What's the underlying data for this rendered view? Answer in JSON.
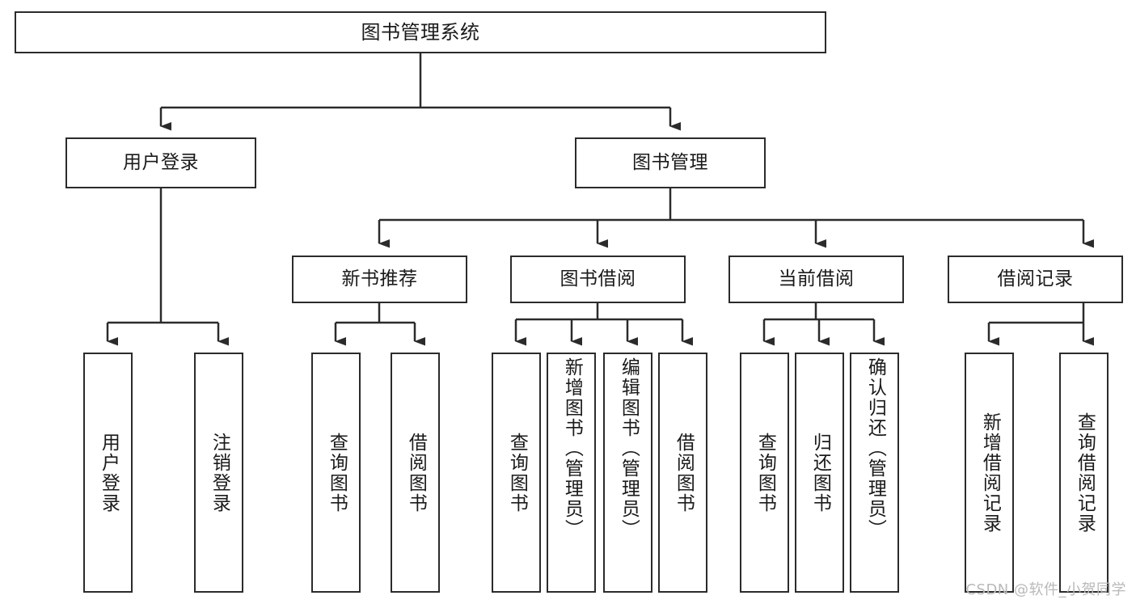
{
  "diagram": {
    "title": "图书管理系统",
    "type": "tree",
    "stroke_color": "#2b2b2b",
    "fill_color": "#ffffff",
    "text_color": "#1a1a1a"
  },
  "nodes": {
    "root": {
      "label": "图书管理系统"
    },
    "level2": [
      {
        "id": "user-login",
        "label": "用户登录"
      },
      {
        "id": "book-management",
        "label": "图书管理"
      }
    ],
    "level3": [
      {
        "id": "new-book-recommend",
        "label": "新书推荐"
      },
      {
        "id": "book-borrow",
        "label": "图书借阅"
      },
      {
        "id": "current-borrow",
        "label": "当前借阅"
      },
      {
        "id": "borrow-record",
        "label": "借阅记录"
      }
    ],
    "leaves": [
      {
        "id": "leaf-user-login",
        "label": "用户登录",
        "parent": "user-login"
      },
      {
        "id": "leaf-logout",
        "label": "注销登录",
        "parent": "user-login"
      },
      {
        "id": "leaf-query-book-1",
        "label": "查询图书",
        "parent": "new-book-recommend"
      },
      {
        "id": "leaf-borrow-book-1",
        "label": "借阅图书",
        "parent": "new-book-recommend"
      },
      {
        "id": "leaf-query-book-2",
        "label": "查询图书",
        "parent": "book-borrow"
      },
      {
        "id": "leaf-add-book",
        "label": "新增图书（管理员）",
        "parent": "book-borrow"
      },
      {
        "id": "leaf-edit-book",
        "label": "编辑图书（管理员）",
        "parent": "book-borrow"
      },
      {
        "id": "leaf-borrow-book-2",
        "label": "借阅图书",
        "parent": "book-borrow"
      },
      {
        "id": "leaf-query-book-3",
        "label": "查询图书",
        "parent": "current-borrow"
      },
      {
        "id": "leaf-return-book",
        "label": "归还图书",
        "parent": "current-borrow"
      },
      {
        "id": "leaf-confirm-return",
        "label": "确认归还（管理员）",
        "parent": "current-borrow"
      },
      {
        "id": "leaf-add-record",
        "label": "新增借阅记录",
        "parent": "borrow-record"
      },
      {
        "id": "leaf-query-record",
        "label": "查询借阅记录",
        "parent": "borrow-record"
      }
    ]
  },
  "watermark": {
    "text": "CSDN @软件_小贺同学"
  }
}
